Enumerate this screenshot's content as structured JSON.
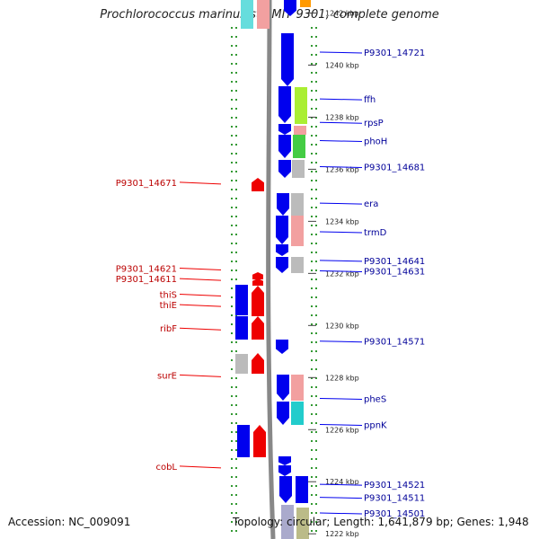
{
  "title": "Prochlorococcus marinus str. MIT 9301, complete genome",
  "accession": "Accession: NC_009091",
  "topology": "Topology: circular; Length: 1,641,879 bp; Genes: 1,948",
  "colors": {
    "forward": "#0000ee",
    "reverse": "#ee0000",
    "forward_label": "#000099",
    "reverse_label": "#bb0000",
    "backbone": "#888888",
    "tick": "#339933"
  },
  "map": {
    "kbp_top_value": 1242.5,
    "kbp_bottom_value": 1221.8,
    "kbp_labels": [
      {
        "text": "1242 kbp",
        "kbp": 1242
      },
      {
        "text": "1240 kbp",
        "kbp": 1240
      },
      {
        "text": "1238 kbp",
        "kbp": 1238
      },
      {
        "text": "1236 kbp",
        "kbp": 1236
      },
      {
        "text": "1234 kbp",
        "kbp": 1234
      },
      {
        "text": "1232 kbp",
        "kbp": 1232
      },
      {
        "text": "1230 kbp",
        "kbp": 1230
      },
      {
        "text": "1228 kbp",
        "kbp": 1228
      },
      {
        "text": "1226 kbp",
        "kbp": 1226
      },
      {
        "text": "1224 kbp",
        "kbp": 1224
      },
      {
        "text": "1222 kbp",
        "kbp": 1222
      }
    ],
    "forward_labels": [
      {
        "text": "P9301_14721",
        "kbp": 1240.5
      },
      {
        "text": "ffh",
        "kbp": 1238.7
      },
      {
        "text": "rpsP",
        "kbp": 1237.8
      },
      {
        "text": "phoH",
        "kbp": 1237.1
      },
      {
        "text": "P9301_14681",
        "kbp": 1236.1
      },
      {
        "text": "era",
        "kbp": 1234.7
      },
      {
        "text": "trmD",
        "kbp": 1233.6
      },
      {
        "text": "P9301_14641",
        "kbp": 1232.5
      },
      {
        "text": "P9301_14631",
        "kbp": 1232.1
      },
      {
        "text": "P9301_14571",
        "kbp": 1229.4
      },
      {
        "text": "pheS",
        "kbp": 1227.2
      },
      {
        "text": "ppnK",
        "kbp": 1226.2
      },
      {
        "text": "P9301_14521",
        "kbp": 1223.9
      },
      {
        "text": "P9301_14511",
        "kbp": 1223.4
      },
      {
        "text": "P9301_14501",
        "kbp": 1222.8
      }
    ],
    "reverse_labels": [
      {
        "text": "P9301_14671",
        "kbp": 1235.5
      },
      {
        "text": "P9301_14621",
        "kbp": 1232.2
      },
      {
        "text": "P9301_14611",
        "kbp": 1231.8
      },
      {
        "text": "thiS",
        "kbp": 1231.2
      },
      {
        "text": "thiE",
        "kbp": 1230.8
      },
      {
        "text": "ribF",
        "kbp": 1229.9
      },
      {
        "text": "surE",
        "kbp": 1228.1
      },
      {
        "text": "cobL",
        "kbp": 1224.6
      }
    ]
  }
}
